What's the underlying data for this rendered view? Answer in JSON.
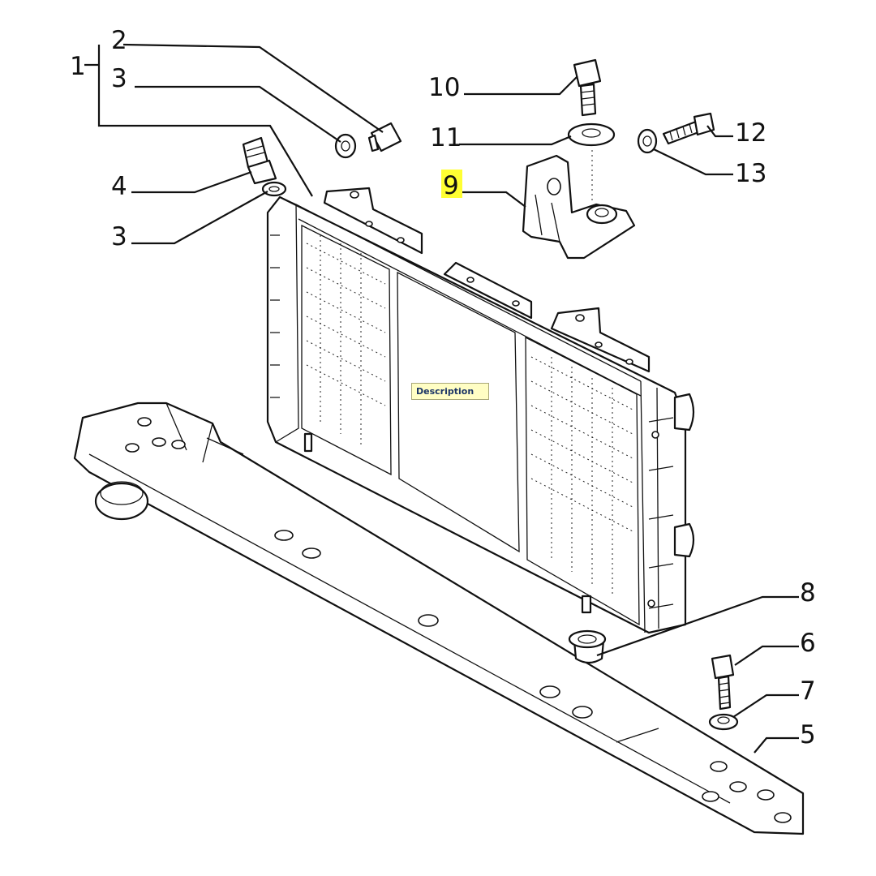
{
  "callouts": {
    "c1": "1",
    "c2": "2",
    "c3a": "3",
    "c3b": "3",
    "c4": "4",
    "c5": "5",
    "c6": "6",
    "c7": "7",
    "c8": "8",
    "c9": "9",
    "c10": "10",
    "c11": "11",
    "c12": "12",
    "c13": "13"
  },
  "highlighted_callout": "9",
  "highlight_color": "#ffff33",
  "tooltip": {
    "text": "Description"
  }
}
